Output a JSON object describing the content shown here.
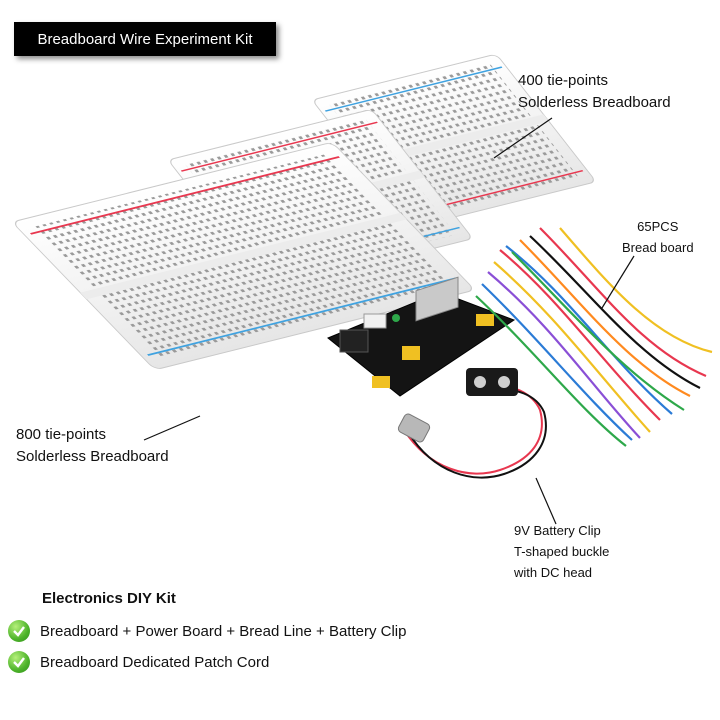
{
  "title": "Breadboard Wire Experiment Kit",
  "callouts": {
    "bb400": [
      "400 tie-points",
      "Solderless Breadboard"
    ],
    "jumpers": [
      "65PCS",
      "Bread board"
    ],
    "bb800": [
      "800 tie-points",
      "Solderless Breadboard"
    ],
    "battery": [
      "9V Battery Clip",
      "T-shaped buckle",
      "with DC head"
    ]
  },
  "kit": {
    "title": "Electronics DIY Kit",
    "features": [
      "Breadboard + Power Board + Bread Line + Battery Clip",
      "Breadboard Dedicated Patch Cord"
    ]
  },
  "colors": {
    "rail_red": "#e8374f",
    "rail_blue": "#3fa2e0",
    "pcb": "#141414",
    "check_green": "#4db32a"
  },
  "icons": [
    "check-icon"
  ]
}
